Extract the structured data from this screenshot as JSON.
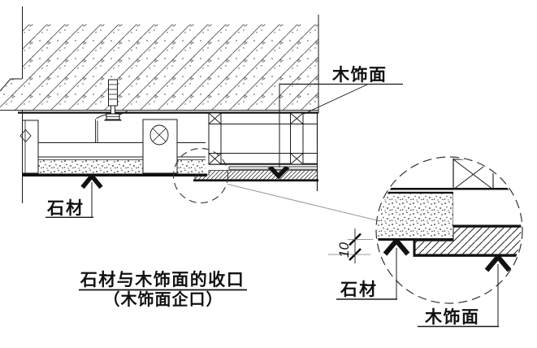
{
  "figure": {
    "type": "construction-detail-drawing",
    "title": "石材与木饰面的收口",
    "subtitle": "（木饰面企口）",
    "callouts": {
      "wood_veneer_top": "木饰面",
      "stone_main": "石材",
      "detail_stone": "石材",
      "detail_wood": "木饰面"
    },
    "dimension": {
      "value": "10"
    },
    "materials": [
      {
        "name": "concrete-slab-hatch",
        "pattern": "diagonal-hatch-with-aggregate-dots"
      },
      {
        "name": "stone-adhesive-layer",
        "pattern": "stipple-dots"
      },
      {
        "name": "stone-panel",
        "pattern": "solid-black-band"
      },
      {
        "name": "wood-veneer-panel",
        "pattern": "fine-diagonal-hatch"
      }
    ],
    "colors": {
      "line": "#1a1a1a",
      "background": "#ffffff"
    }
  }
}
